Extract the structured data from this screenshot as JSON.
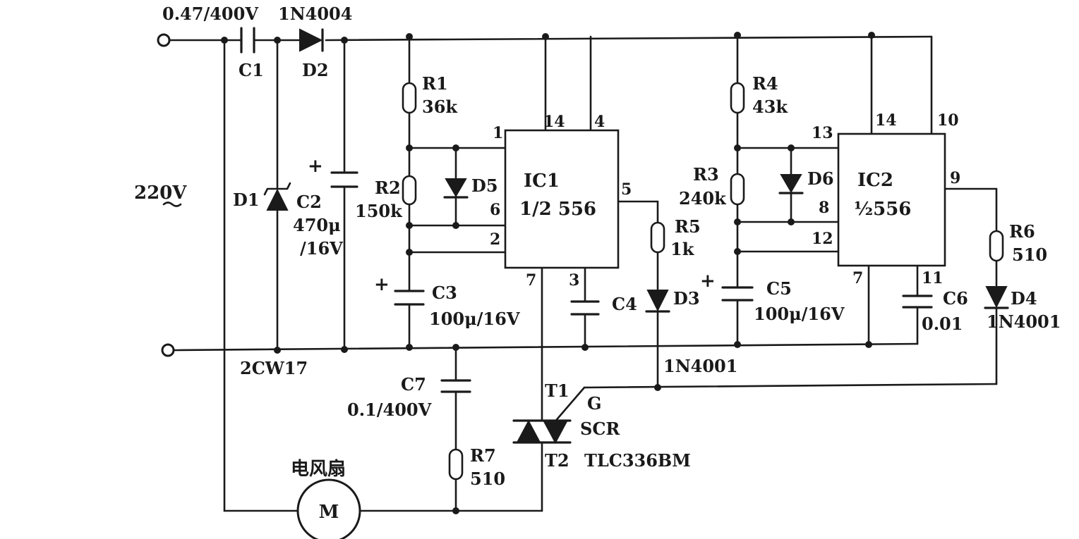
{
  "input": {
    "voltage": "220V",
    "c1_rating": "0.47/400V",
    "d2_rating": "1N4004"
  },
  "labels": {
    "C1": "C1",
    "D2": "D2",
    "D1": "D1",
    "C2": "C2",
    "C2_value": "470μ",
    "C2_voltage": "/16V",
    "D1_part": "2CW17",
    "R1": "R1",
    "R1_value": "36k",
    "R2": "R2",
    "R2_value": "150k",
    "D5": "D5",
    "C3": "C3",
    "C3_value": "100μ/16V",
    "C7": "C7",
    "C7_value": "0.1/400V",
    "R7": "R7",
    "R7_value": "510",
    "C4": "C4",
    "R5": "R5",
    "R5_value": "1k",
    "D3": "D3",
    "D3_part": "1N4001",
    "R4": "R4",
    "R4_value": "43k",
    "R3": "R3",
    "R3_value": "240k",
    "D6": "D6",
    "C5": "C5",
    "C5_value": "100μ/16V",
    "C6": "C6",
    "C6_value": "0.01",
    "R6": "R6",
    "R6_value": "510",
    "D4": "D4",
    "D4_part": "1N4001",
    "T1": "T1",
    "T2": "T2",
    "G": "G",
    "SCR": "SCR",
    "SCR_part": "TLC336BM",
    "fan": "电风扇",
    "motor": "M",
    "plus": "+"
  },
  "ic1": {
    "name": "IC1",
    "part": "1/2 556",
    "pins": {
      "p1": "1",
      "p14": "14",
      "p4": "4",
      "p6": "6",
      "p2": "2",
      "p5": "5",
      "p7": "7",
      "p3": "3"
    }
  },
  "ic2": {
    "name": "IC2",
    "part": "½556",
    "pins": {
      "p13": "13",
      "p14": "14",
      "p10": "10",
      "p8": "8",
      "p12": "12",
      "p9": "9",
      "p7": "7",
      "p11": "11"
    }
  }
}
